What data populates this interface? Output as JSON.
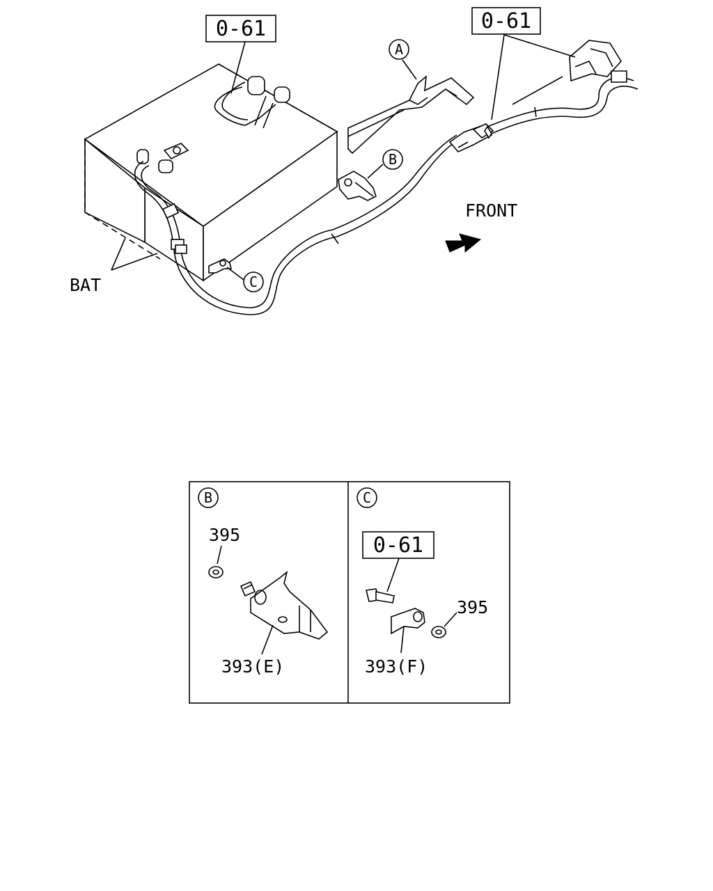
{
  "labels": {
    "ref_box_left": "0-61",
    "ref_box_right": "0-61",
    "ref_box_detail_c": "0-61",
    "callout_a": "A",
    "callout_b": "B",
    "callout_c": "C",
    "front": "FRONT",
    "bat": "BAT"
  },
  "detail_b": {
    "letter": "B",
    "part_nut": "395",
    "part_bracket": "393(E)"
  },
  "detail_c": {
    "letter": "C",
    "part_nut": "395",
    "part_bracket": "393(F)"
  },
  "icons": [
    "front-arrow-icon",
    "battery-icon",
    "cable-icon",
    "bracket-icon",
    "nut-icon",
    "bolt-icon"
  ]
}
